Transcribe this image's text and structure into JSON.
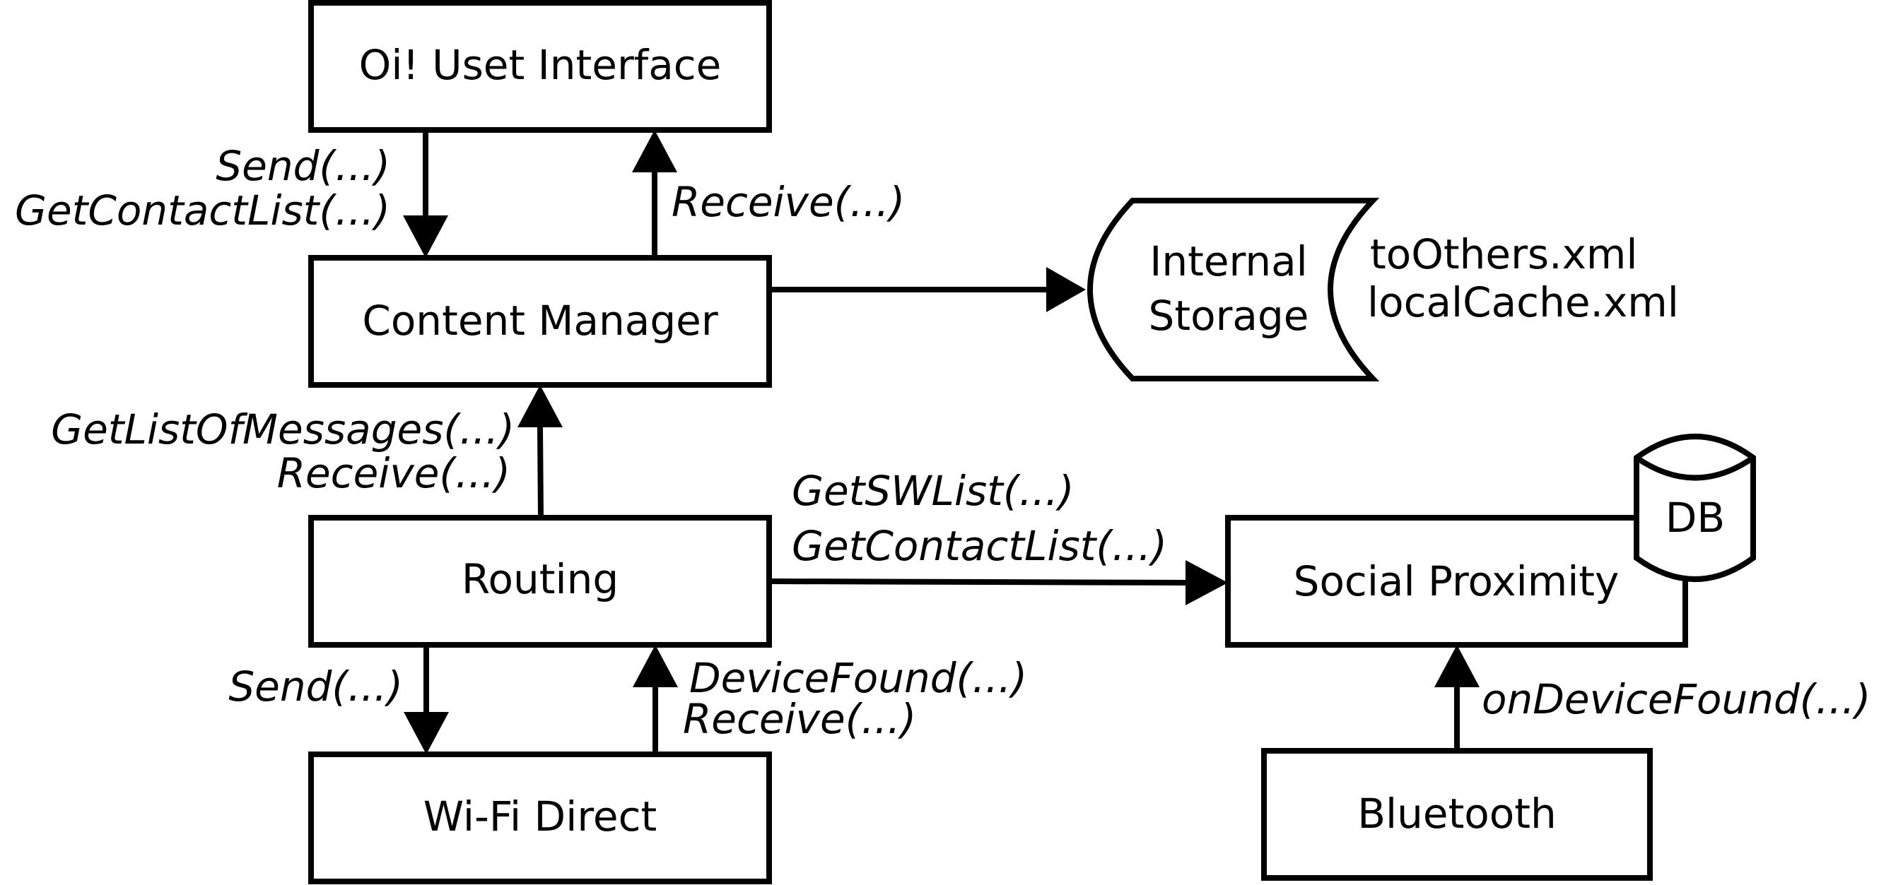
{
  "boxes": {
    "ui": "Oi! Uset Interface",
    "content_manager": "Content Manager",
    "routing": "Routing",
    "wifi": "Wi-Fi Direct",
    "social": "Social Proximity",
    "bluetooth": "Bluetooth",
    "storage_line1": "Internal",
    "storage_line2": "Storage",
    "db": "DB"
  },
  "storage_files": [
    "toOthers.xml",
    "localCache.xml"
  ],
  "calls": {
    "ui_down_1": "Send(...)",
    "ui_down_2": "GetContactList(...)",
    "ui_up": "Receive(...)",
    "routing_up_1": "GetListOfMessages(...)",
    "routing_up_2": "Receive(...)",
    "social_1": "GetSWList(...)",
    "social_2": "GetContactList(...)",
    "wifi_down": "Send(...)",
    "wifi_up_1": "DeviceFound(...)",
    "wifi_up_2": "Receive(...)",
    "bt_up": "onDeviceFound(...)"
  }
}
